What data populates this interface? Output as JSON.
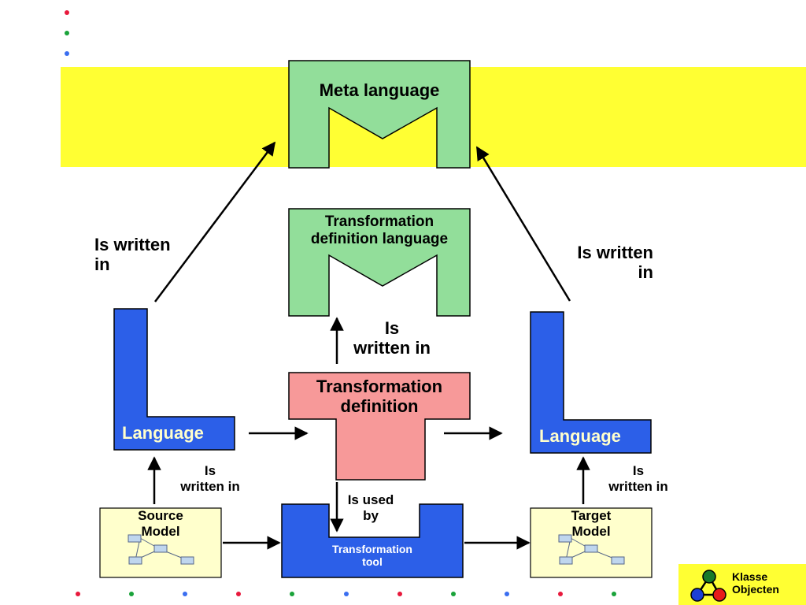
{
  "boxes": {
    "meta_language": "Meta language",
    "tdl_line1": "Transformation",
    "tdl_line2": "definition language",
    "td_line1": "Transformation",
    "td_line2": "definition",
    "language_left": "Language",
    "language_right": "Language",
    "source_model_line1": "Source",
    "source_model_line2": "Model",
    "target_model_line1": "Target",
    "target_model_line2": "Model",
    "tool_line1": "Transformation",
    "tool_line2": "tool"
  },
  "relations": {
    "left_written_in_1": "Is written",
    "left_written_in_2": "in",
    "right_written_in_1": "Is written",
    "right_written_in_2": "in",
    "center_written_in_1": "Is",
    "center_written_in_2": "written in",
    "source_written_in_1": "Is",
    "source_written_in_2": "written in",
    "target_written_in_1": "Is",
    "target_written_in_2": "written in",
    "used_by_1": "Is used",
    "used_by_2": "by"
  },
  "logo": {
    "line1": "Klasse",
    "line2": "Objecten"
  },
  "colors": {
    "yellow_band": "#ffff33",
    "green": "#92de9a",
    "blue": "#2c5fe8",
    "pink": "#f79999",
    "model_bg": "#ffffcc",
    "dot_red": "#e8193c",
    "dot_green": "#1aa33a",
    "dot_blue": "#3a6ef0"
  }
}
